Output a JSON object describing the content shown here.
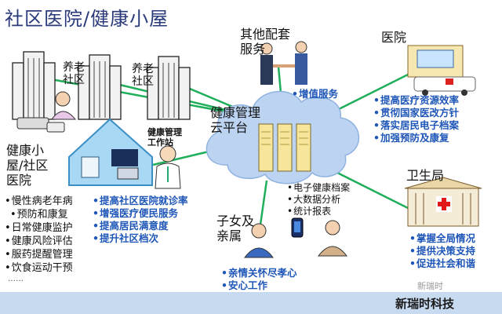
{
  "title": "社区医院/健康小屋",
  "labels": {
    "elder_community_1": [
      "养老",
      "社区"
    ],
    "elder_community_2": [
      "养老",
      "社区"
    ],
    "other_services": [
      "其他配套",
      "服务"
    ],
    "hospital": "医院",
    "cloud_platform": [
      "健康管理",
      "云平台"
    ],
    "workstation": [
      "健康管理",
      "工作站"
    ],
    "health_house": [
      "健康小",
      "屋/社区",
      "医院"
    ],
    "family": [
      "子女及",
      "亲属"
    ],
    "health_bureau": "卫生局"
  },
  "other_services_items": [
    "增值服务"
  ],
  "hospital_items": [
    "提高医疗资源效率",
    "贯彻国家医改方针",
    "落实居民电子档案",
    "加强预防及康复"
  ],
  "cloud_items": [
    "电子健康档案",
    "大数据分析",
    "统计报表"
  ],
  "community_items": [
    "提高社区医院就诊率",
    "增强医疗便民服务",
    "提高居民满意度",
    "提升社区档次"
  ],
  "resident_items": [
    "慢性病老年病",
    "预防和康复",
    "日常健康监护",
    "健康风险评估",
    "服药提醒管理",
    "饮食运动干预"
  ],
  "resident_more": "……",
  "bureau_items": [
    "掌握全局情况",
    "提供决策支持",
    "促进社会和谐"
  ],
  "family_items": [
    "亲情关怀尽孝心",
    "安心工作"
  ],
  "brand": "新瑞时科技",
  "watermark": "新瑞时",
  "colors": {
    "title": "#2a3a7a",
    "bullet_text": "#1e56b8",
    "link_line": "#1fae5a",
    "cloud": "#bcd4f2",
    "footer": "#c8daf0"
  }
}
